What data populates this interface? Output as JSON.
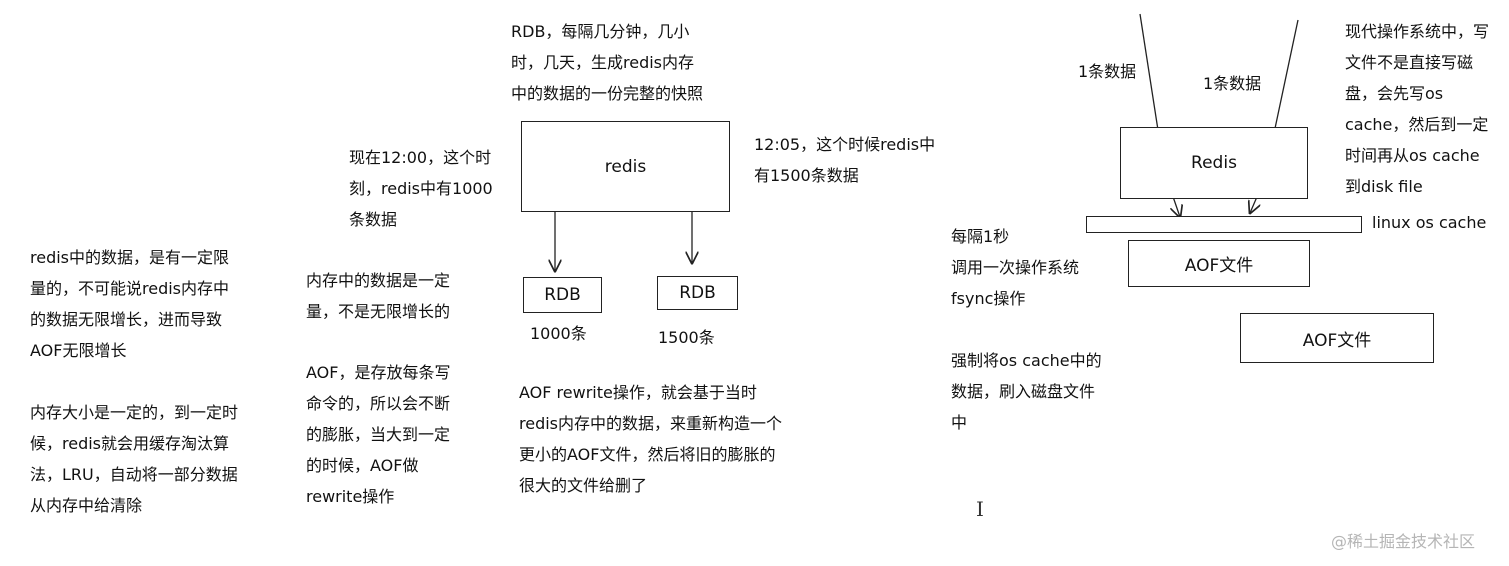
{
  "left": {
    "para1": [
      "redis中的数据，是有一定限",
      "量的，不可能说redis内存中",
      "的数据无限增长，进而导致",
      "AOF无限增长"
    ],
    "para2": [
      "内存大小是一定的，到一定时",
      "候，redis就会用缓存淘汰算",
      "法，LRU，自动将一部分数据",
      "从内存中给清除"
    ]
  },
  "middle": {
    "memory_note": [
      "内存中的数据是一定",
      "量，不是无限增长的"
    ],
    "aof_note": [
      "AOF，是存放每条写",
      "命令的，所以会不断",
      "的膨胀，当大到一定",
      "的时候，AOF做",
      "rewrite操作"
    ],
    "now_note": [
      "现在12:00，这个时",
      "刻，redis中有1000",
      "条数据"
    ]
  },
  "rdb_section": {
    "top_note": [
      "RDB，每隔几分钟，几小",
      "时，几天，生成redis内存",
      "中的数据的一份完整的快照"
    ],
    "redis_box": "redis",
    "right_note": [
      "12:05，这个时候redis中",
      "有1500条数据"
    ],
    "rdb_box_1": "RDB",
    "rdb_box_2": "RDB",
    "count_1": "1000条",
    "count_2": "1500条",
    "rewrite_note": [
      "AOF rewrite操作，就会基于当时",
      "redis内存中的数据，来重新构造一个",
      "更小的AOF文件，然后将旧的膨胀的",
      "很大的文件给删了"
    ]
  },
  "aof_section": {
    "data_label_1": "1条数据",
    "data_label_2": "1条数据",
    "redis_box": "Redis",
    "os_cache_label": "linux os cache",
    "aof_file_1": "AOF文件",
    "aof_file_2": "AOF文件",
    "fsync_note": [
      "每隔1秒",
      "调用一次操作系统",
      "fsync操作"
    ],
    "force_note": [
      "强制将os cache中的",
      "数据，刷入磁盘文件",
      "中"
    ],
    "os_note": [
      "现代操作系统中，写",
      "文件不是直接写磁",
      "盘，会先写os",
      "cache，然后到一定",
      "时间再从os cache",
      "到disk file"
    ]
  },
  "watermark": "@稀土掘金技术社区",
  "cursor_glyph": "I"
}
